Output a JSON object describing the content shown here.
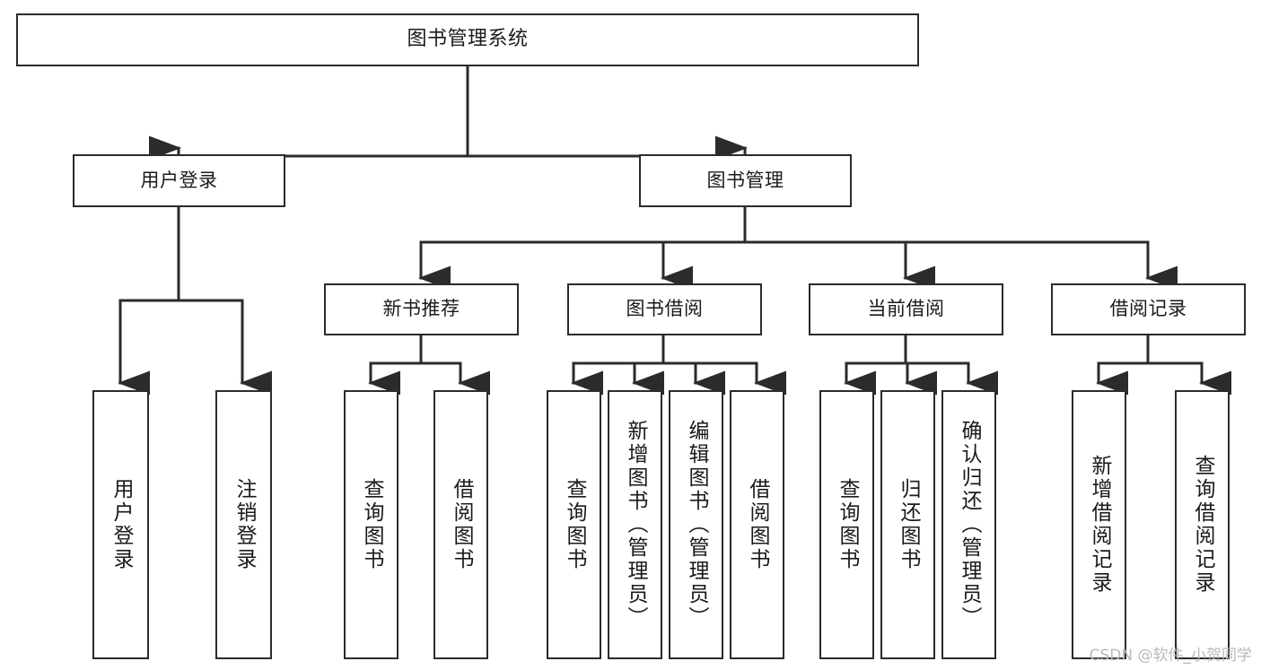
{
  "diagram": {
    "type": "tree",
    "title": "图书管理系统",
    "colors": {
      "box_border": "#2b2b2b",
      "box_fill": "#ffffff",
      "connector": "#2b2b2b",
      "text": "#1a1a1a",
      "watermark": "#b9b9b9",
      "background": "#ffffff"
    },
    "root": {
      "label": "图书管理系统"
    },
    "level2": [
      {
        "id": "user-login",
        "label": "用户登录"
      },
      {
        "id": "book-manage",
        "label": "图书管理"
      }
    ],
    "level3": [
      {
        "id": "new-book-recommend",
        "label": "新书推荐",
        "parent": "book-manage"
      },
      {
        "id": "book-borrow",
        "label": "图书借阅",
        "parent": "book-manage"
      },
      {
        "id": "current-borrow",
        "label": "当前借阅",
        "parent": "book-manage"
      },
      {
        "id": "borrow-record",
        "label": "借阅记录",
        "parent": "book-manage"
      }
    ],
    "leaves": [
      {
        "id": "leaf-user-login",
        "label": "用户登录",
        "parent": "user-login"
      },
      {
        "id": "leaf-user-logout",
        "label": "注销登录",
        "parent": "user-login"
      },
      {
        "id": "leaf-query-book-1",
        "label": "查询图书",
        "parent": "new-book-recommend"
      },
      {
        "id": "leaf-borrow-book-1",
        "label": "借阅图书",
        "parent": "new-book-recommend"
      },
      {
        "id": "leaf-query-book-2",
        "label": "查询图书",
        "parent": "book-borrow"
      },
      {
        "id": "leaf-add-book",
        "label": "新增图书（管理员）",
        "parent": "book-borrow"
      },
      {
        "id": "leaf-edit-book",
        "label": "编辑图书（管理员）",
        "parent": "book-borrow"
      },
      {
        "id": "leaf-borrow-book-2",
        "label": "借阅图书",
        "parent": "book-borrow"
      },
      {
        "id": "leaf-query-book-3",
        "label": "查询图书",
        "parent": "current-borrow"
      },
      {
        "id": "leaf-return-book",
        "label": "归还图书",
        "parent": "current-borrow"
      },
      {
        "id": "leaf-confirm-return",
        "label": "确认归还（管理员）",
        "parent": "current-borrow"
      },
      {
        "id": "leaf-add-record",
        "label": "新增借阅记录",
        "parent": "borrow-record"
      },
      {
        "id": "leaf-query-record",
        "label": "查询借阅记录",
        "parent": "borrow-record"
      }
    ],
    "watermark": "CSDN @软件_小贺同学"
  }
}
